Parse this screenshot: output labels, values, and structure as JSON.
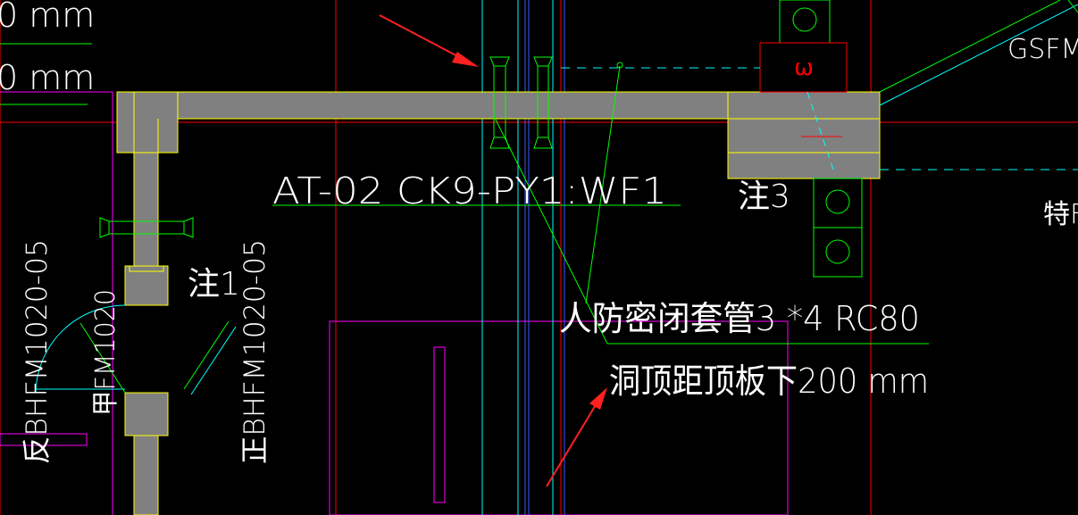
{
  "dimensions": {
    "upper": "0 mm",
    "lower": "0 mm"
  },
  "labels": {
    "main_pipe": "AT-02 CK9-PY1:WF1",
    "note3": "注3",
    "note1": "注1",
    "gsfm": "GSFM",
    "special": "特F",
    "sleeve": "人防密闭套管3 *4 RC80",
    "hole": "洞顶距顶板下200 mm",
    "valve_code_box": "ω"
  },
  "doors": {
    "left": "反BHFM1020-05",
    "mid": "甲FM1020",
    "right": "正BHFM1020-05"
  },
  "colors": {
    "background": "#000000",
    "wall_fill": "#808080",
    "wall_outline": "#ffff00",
    "axis_red": "#ff0000",
    "line_green": "#00ff00",
    "line_cyan": "#00ffff",
    "line_blue": "#0000ff",
    "line_magenta": "#ff00ff",
    "arrow_red": "#ff2020",
    "text": "#ffffff"
  }
}
